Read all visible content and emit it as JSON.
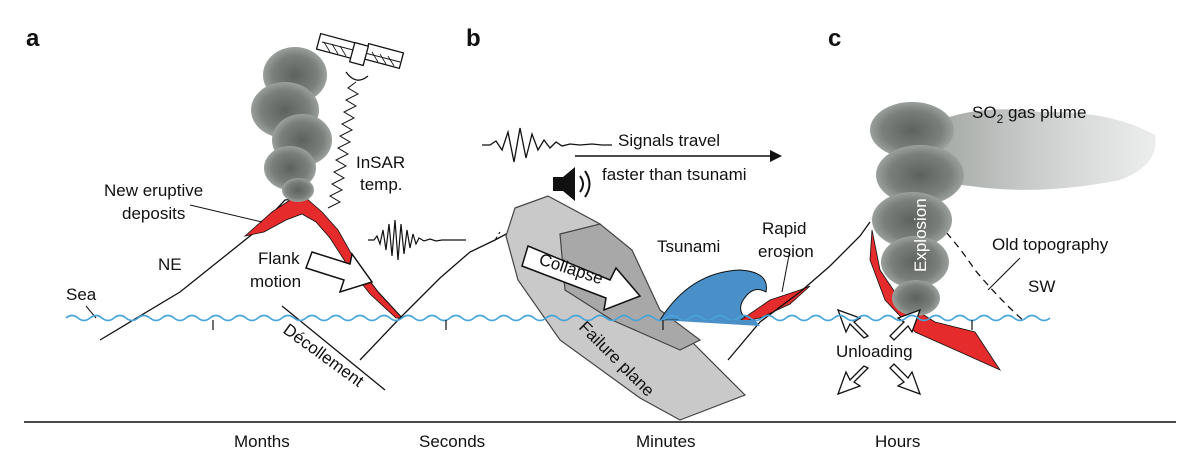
{
  "panels": {
    "a": "a",
    "b": "b",
    "c": "c"
  },
  "labels": {
    "sea": "Sea",
    "ne": "NE",
    "new_eruptive_1": "New eruptive",
    "new_eruptive_2": "deposits",
    "insar_1": "InSAR",
    "insar_2": "temp.",
    "flank_1": "Flank",
    "flank_2": "motion",
    "decollement": "Décollement",
    "signals_1": "Signals travel",
    "signals_2": "faster than tsunami",
    "collapse": "Collapse",
    "failure_plane": "Failure plane",
    "tsunami": "Tsunami",
    "rapid_1": "Rapid",
    "rapid_2": "erosion",
    "so2_main": "SO",
    "so2_sub": "2",
    "so2_rest": " gas plume",
    "explosion": "Explosion",
    "old_topography": "Old topography",
    "sw": "SW",
    "unloading": "Unloading"
  },
  "timeline": [
    "Months",
    "Seconds",
    "Minutes",
    "Hours"
  ],
  "colors": {
    "deposit_red": "#e52b2b",
    "tsunami_blue": "#4a90c8",
    "sea_blue": "#4aa3d8",
    "plume_gray": "#6f7470",
    "block_gray": "#c9c9c9"
  }
}
